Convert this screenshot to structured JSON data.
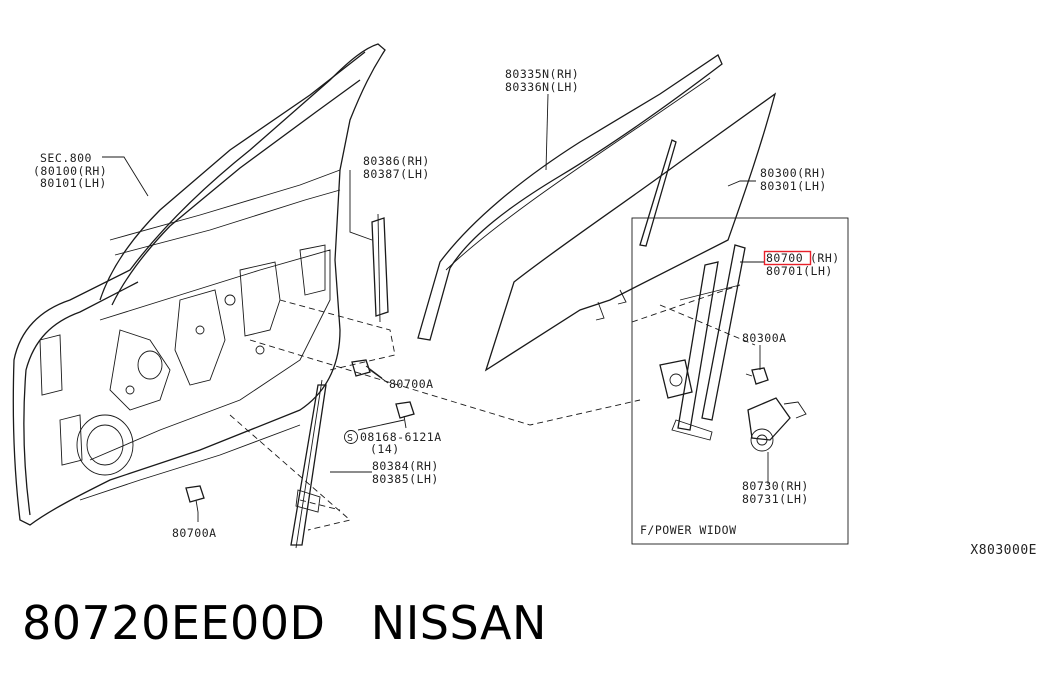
{
  "callouts": {
    "sec800": [
      "SEC.800",
      "(80100(RH)",
      "80101(LH)"
    ],
    "glass_run": [
      "80335N(RH)",
      "80336N(LH)"
    ],
    "rear_channel": [
      "80386(RH)",
      "80387(LH)"
    ],
    "door_glass": [
      "80300(RH)",
      "80301(LH)"
    ],
    "regulator": [
      "80700",
      "(RH)",
      "80701(LH)"
    ],
    "bolt_80300a": "80300A",
    "bolt_80700a_upper": "80700A",
    "screw": [
      "08168-6121A",
      "(14)"
    ],
    "screw_symbol": "S",
    "front_channel": [
      "80384(RH)",
      "80385(LH)"
    ],
    "bolt_80700a_lower": "80700A",
    "motor": [
      "80730(RH)",
      "80731(LH)"
    ],
    "inset_title": "F/POWER WIDOW"
  },
  "highlight_color": "#e8202a",
  "diagram_code": "X803000E",
  "caption": {
    "part_number": "80720EE00D",
    "brand": "NISSAN"
  }
}
